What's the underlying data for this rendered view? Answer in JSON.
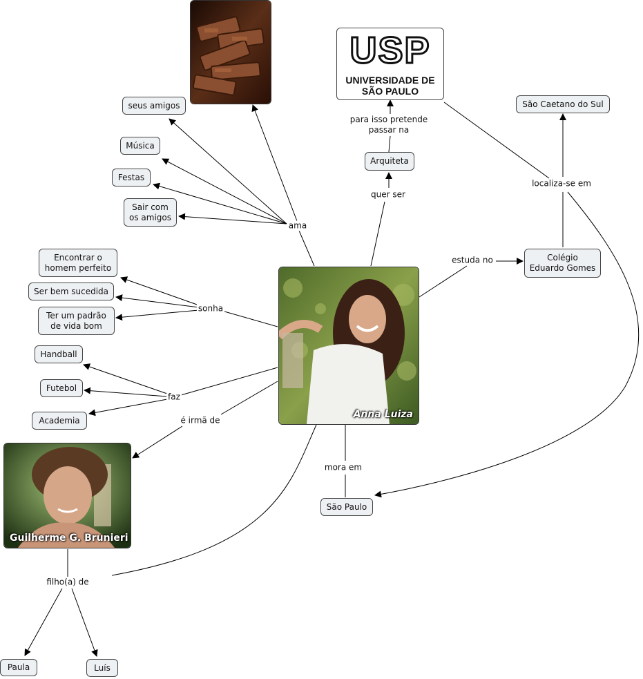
{
  "nodes": {
    "seus_amigos": "seus amigos",
    "musica": "Música",
    "festas": "Festas",
    "sair_com_amigos": "Sair com\nos amigos",
    "encontrar_homem": "Encontrar o\nhomem perfeito",
    "bem_sucedida": "Ser bem sucedida",
    "padrao_vida": "Ter um padrão\nde vida bom",
    "handball": "Handball",
    "futebol": "Futebol",
    "academia": "Academia",
    "arquiteta": "Arquiteta",
    "sao_caetano": "São Caetano do Sul",
    "colegio": "Colégio\nEduardo Gomes",
    "sao_paulo": "São Paulo",
    "paula": "Paula",
    "luis": "Luís"
  },
  "labels": {
    "ama": "ama",
    "sonha": "sonha",
    "faz": "faz",
    "irma_de": "é irmã de",
    "quer_ser": "quer ser",
    "pretende": "para isso pretende\npassar na",
    "estuda_no": "estuda no",
    "localiza": "localiza-se em",
    "mora_em": "mora em",
    "filho_de": "filho(a) de"
  },
  "images": {
    "anna_caption": "Anna Luiza",
    "guilherme_caption": "Guilherme G. Brunieri",
    "usp_logo": "USP",
    "usp_line1": "UNIVERSIDADE DE",
    "usp_line2": "SÃO PAULO",
    "chocolate_icon": "chocolate-photo"
  }
}
